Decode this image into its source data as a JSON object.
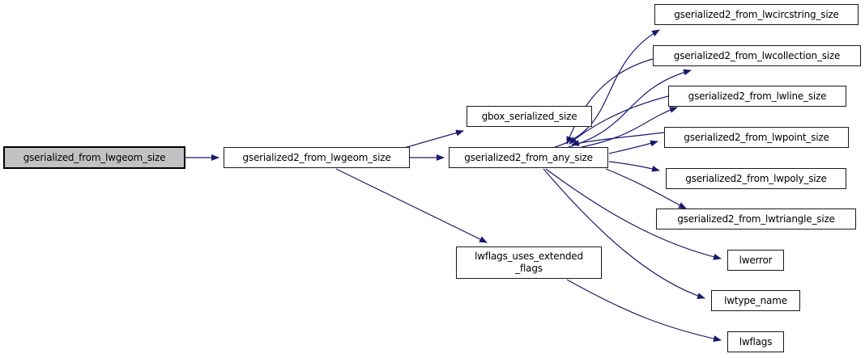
{
  "diagram": {
    "kind": "call-graph",
    "background_color": "#ffffff",
    "edge_color": "#191970",
    "node_fill_color": "#ffffff",
    "node_border_color": "#1a1a1a",
    "selected_node_fill_color": "#c2c2c2",
    "nodes": {
      "root": {
        "label": "gserialized_from_lwgeom_size",
        "selected": true
      },
      "g2_lwgeom": {
        "label": "gserialized2_from_lwgeom_size"
      },
      "gbox": {
        "label": "gbox_serialized_size"
      },
      "any": {
        "label": "gserialized2_from_any_size"
      },
      "circstring": {
        "label": "gserialized2_from_lwcircstring_size"
      },
      "collection": {
        "label": "gserialized2_from_lwcollection_size"
      },
      "line": {
        "label": "gserialized2_from_lwline_size"
      },
      "point": {
        "label": "gserialized2_from_lwpoint_size"
      },
      "poly": {
        "label": "gserialized2_from_lwpoly_size"
      },
      "triangle": {
        "label": "gserialized2_from_lwtriangle_size"
      },
      "lwerror": {
        "label": "lwerror"
      },
      "lwtype_name": {
        "label": "lwtype_name"
      },
      "lwflags": {
        "label": "lwflags"
      },
      "lwflags_uses": {
        "label": "lwflags_uses_extended\n_flags"
      }
    },
    "edges": [
      {
        "from": "gserialized_from_lwgeom_size",
        "to": "gserialized2_from_lwgeom_size"
      },
      {
        "from": "gserialized2_from_lwgeom_size",
        "to": "gbox_serialized_size"
      },
      {
        "from": "gserialized2_from_lwgeom_size",
        "to": "gserialized2_from_any_size"
      },
      {
        "from": "gserialized2_from_lwgeom_size",
        "to": "lwflags_uses_extended_flags"
      },
      {
        "from": "gserialized2_from_any_size",
        "to": "gserialized2_from_lwcircstring_size"
      },
      {
        "from": "gserialized2_from_any_size",
        "to": "gserialized2_from_lwcollection_size"
      },
      {
        "from": "gserialized2_from_any_size",
        "to": "gserialized2_from_lwline_size"
      },
      {
        "from": "gserialized2_from_any_size",
        "to": "gserialized2_from_lwpoint_size"
      },
      {
        "from": "gserialized2_from_any_size",
        "to": "gserialized2_from_lwpoly_size"
      },
      {
        "from": "gserialized2_from_any_size",
        "to": "gserialized2_from_lwtriangle_size"
      },
      {
        "from": "gserialized2_from_any_size",
        "to": "lwerror"
      },
      {
        "from": "gserialized2_from_any_size",
        "to": "lwtype_name"
      },
      {
        "from": "lwflags_uses_extended_flags",
        "to": "lwflags"
      },
      {
        "from": "gserialized2_from_lwcollection_size",
        "to": "gserialized2_from_any_size"
      },
      {
        "from": "gserialized2_from_lwline_size",
        "to": "gserialized2_from_any_size"
      },
      {
        "from": "gserialized2_from_lwpoint_size",
        "to": "gserialized2_from_any_size"
      }
    ]
  }
}
